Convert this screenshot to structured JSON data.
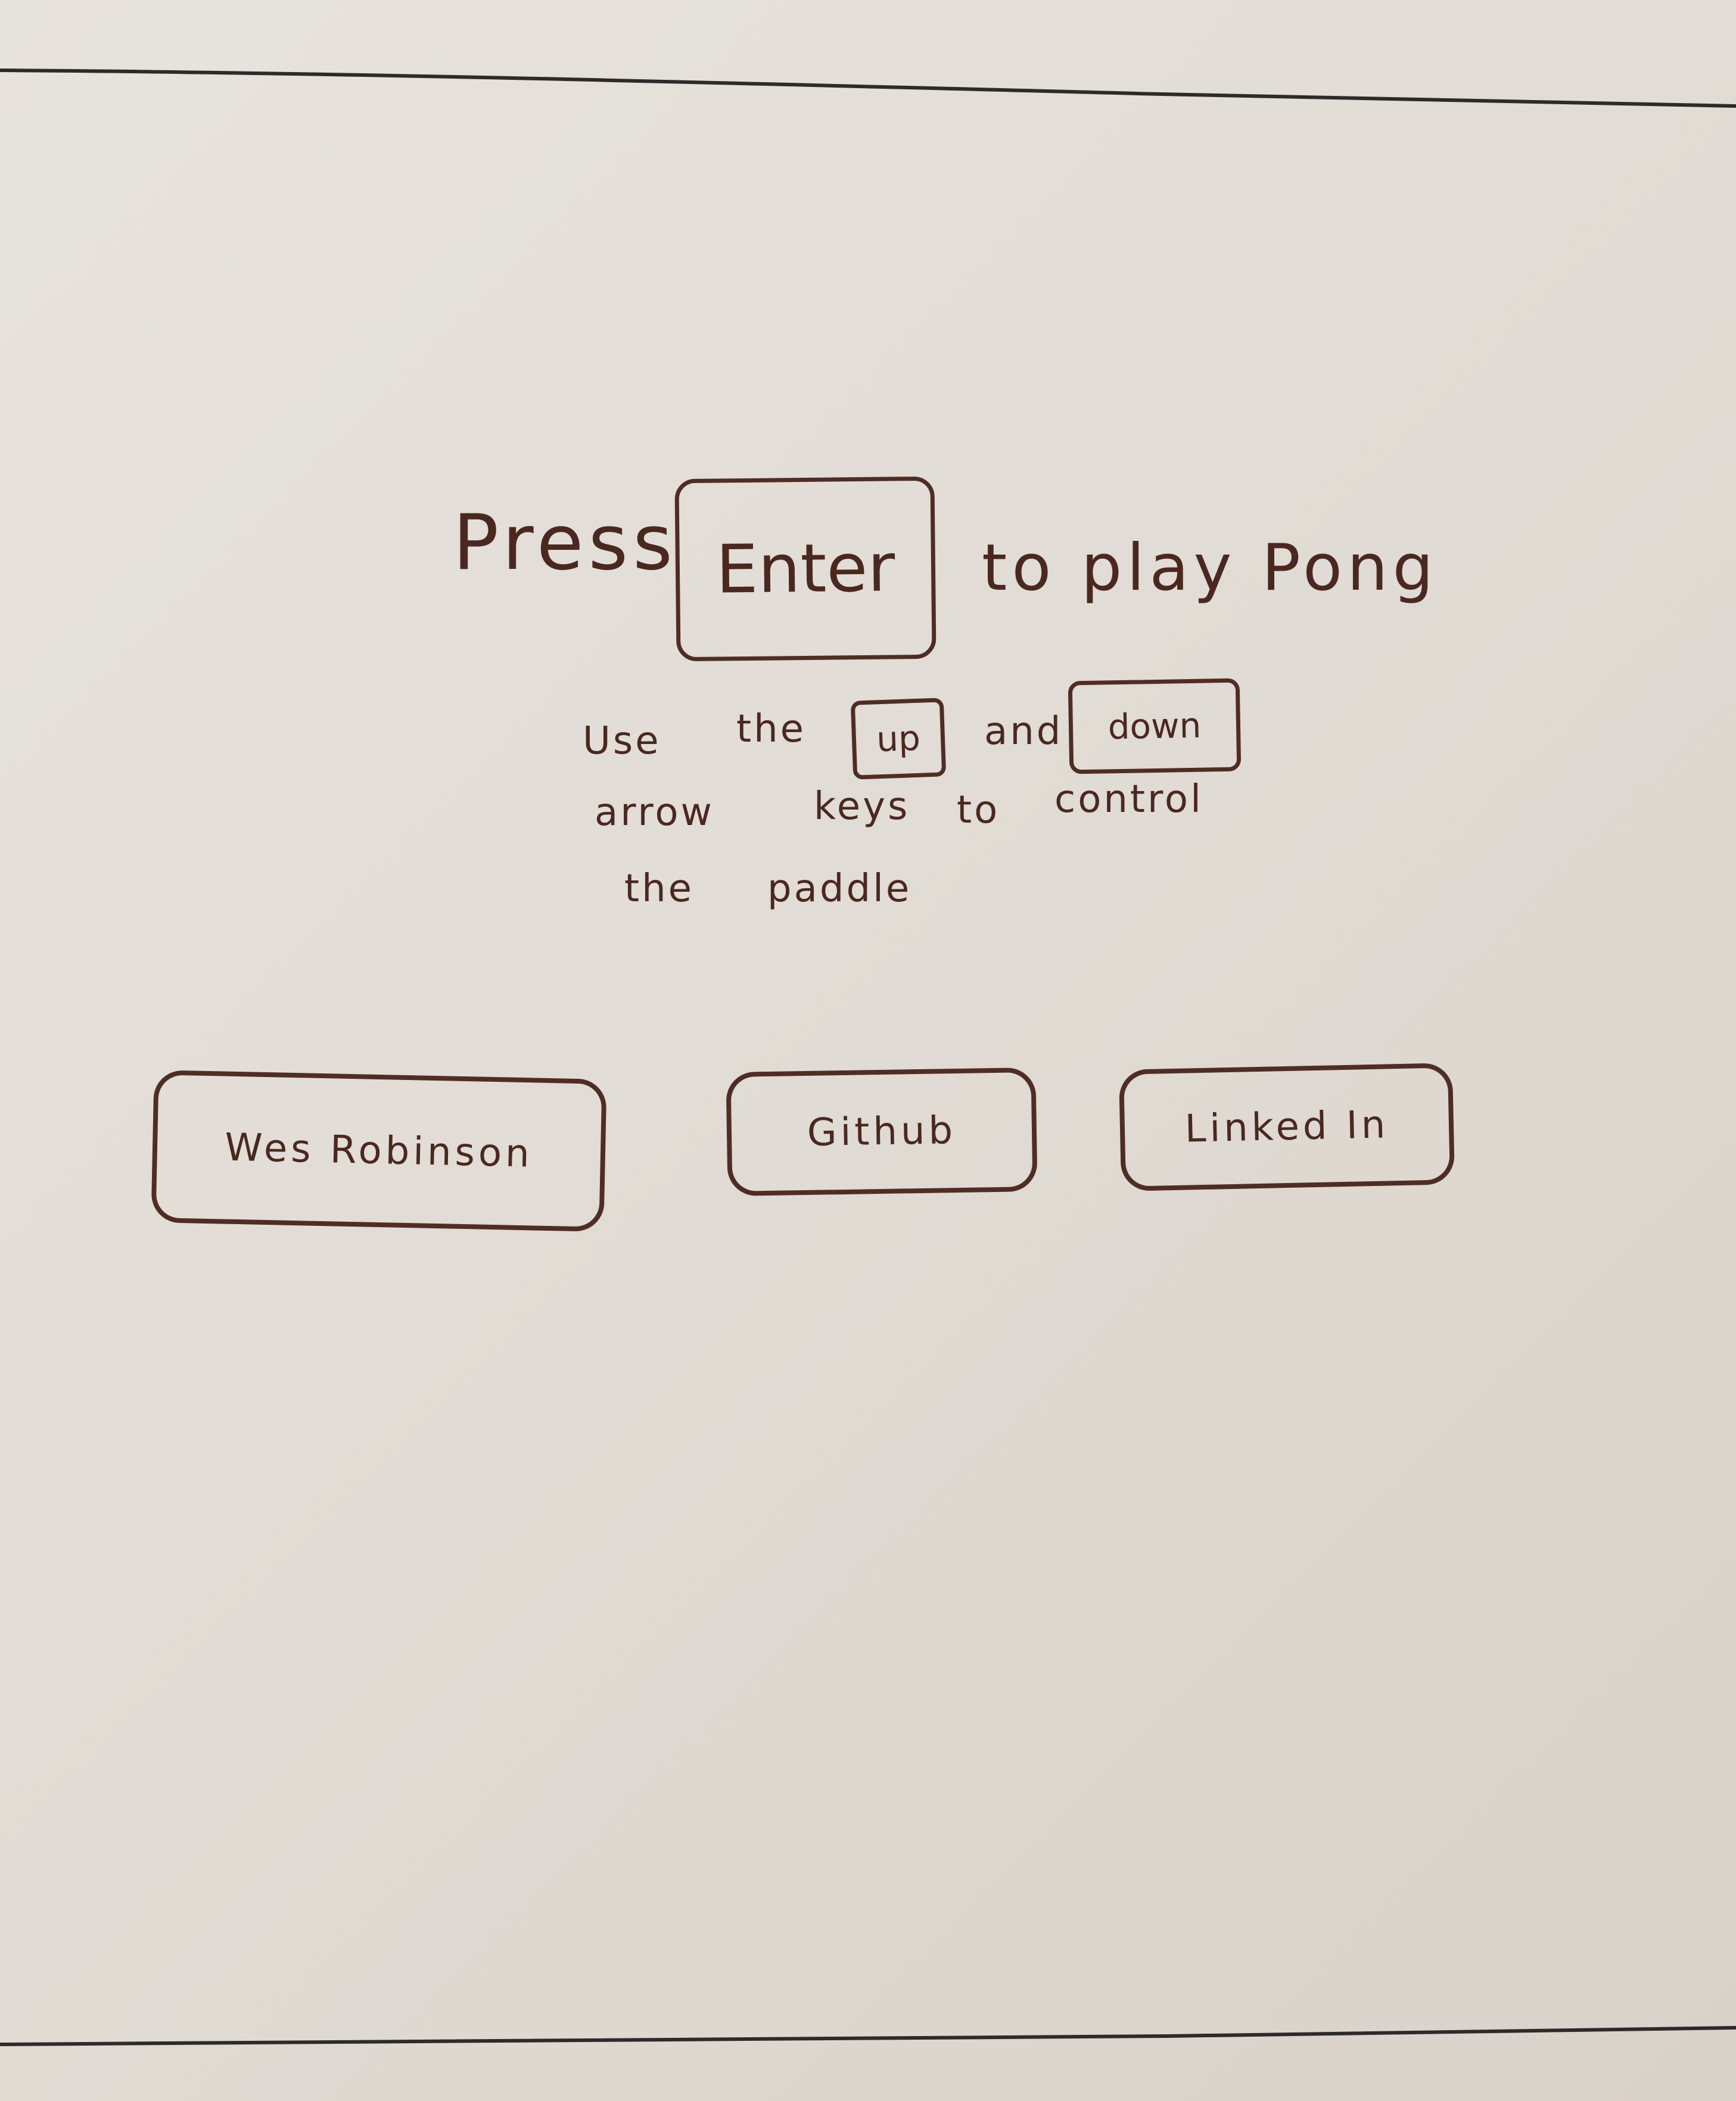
{
  "screen": {
    "title_prefix": "Press",
    "enter_key": "Enter",
    "title_suffix": "to play Pong",
    "instructions": {
      "use": "Use",
      "the": "the",
      "up_key": "up",
      "and": "and",
      "down_key": "down",
      "arrow": "arrow",
      "keys": "keys",
      "to": "to",
      "control": "control",
      "the2": "the",
      "paddle": "paddle"
    },
    "buttons": {
      "wes": "Wes Robinson",
      "github": "Github",
      "linkedin": "Linked In"
    }
  },
  "colors": {
    "ink": "#4a2820",
    "paper": "#e4dfd8",
    "rules": "#2d2a2a"
  }
}
